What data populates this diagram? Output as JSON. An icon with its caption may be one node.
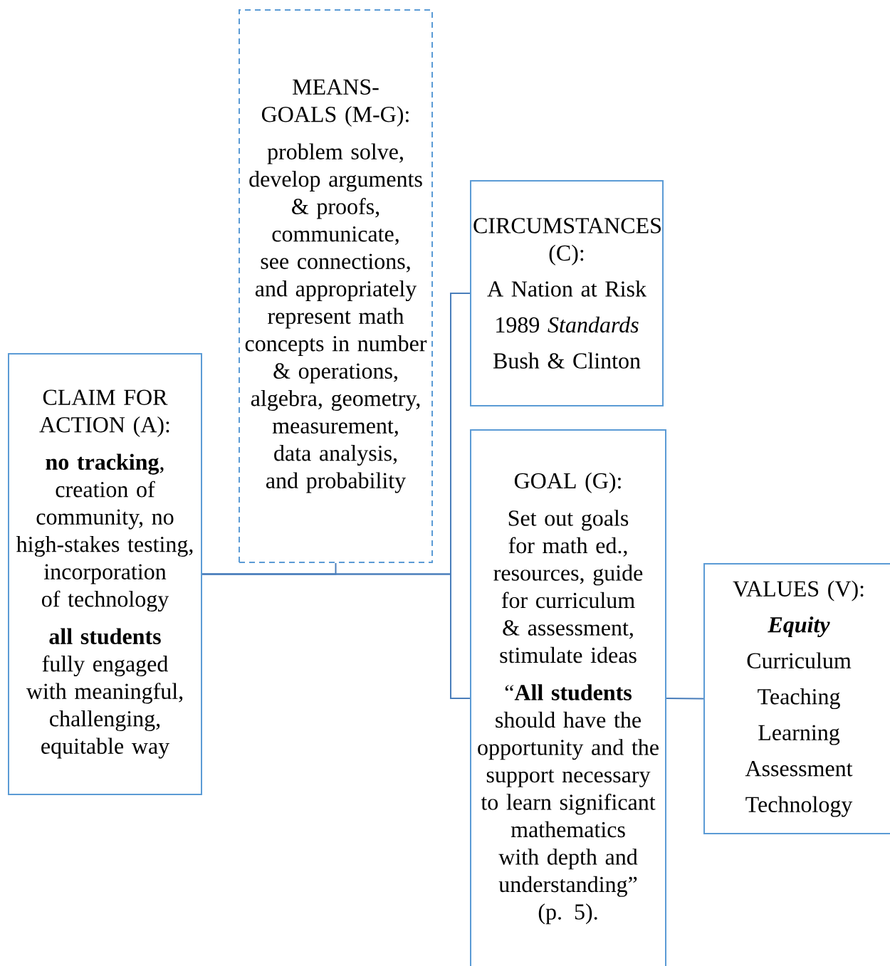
{
  "diagram": {
    "nodes": [
      {
        "text": [
          "CLAIM FOR ACTION (A):",
          "**no tracking**, creation of community, no high-stakes testing, incorporation of technology",
          "**all students** fully engaged with meaningful, challenging, equitable way"
        ]
      },
      {
        "text": [
          "MEANS-GOALS (M-G):",
          "problem solve, develop arguments & proofs, communicate, see connections, and appropriately represent math concepts in number & operations, algebra, geometry, measurement, data analysis, and probability"
        ]
      },
      {
        "text": [
          "CIRCUMSTANCES (C):",
          "A Nation at Risk",
          "1989 *Standards*",
          "Bush & Clinton"
        ]
      },
      {
        "text": [
          "GOAL (G):",
          "Set out goals for math ed., resources, guide for curriculum & assessment, stimulate ideas",
          "“**All students** should have the opportunity and the support necessary to learn significant mathematics with depth and understanding” (p. 5)."
        ]
      },
      {
        "text": [
          "VALUES (V):",
          "Equity",
          "Curriculum",
          "Teaching",
          "Learning",
          "Assessment",
          "Technology"
        ]
      }
    ],
    "edges": [
      {
        "from": 0,
        "to": 1,
        "arrow": "none"
      },
      {
        "from": 0,
        "to": 2,
        "arrow": "none"
      },
      {
        "from": 0,
        "to": 3,
        "arrow": "none"
      },
      {
        "from": 3,
        "to": 4,
        "arrow": "none"
      }
    ]
  }
}
